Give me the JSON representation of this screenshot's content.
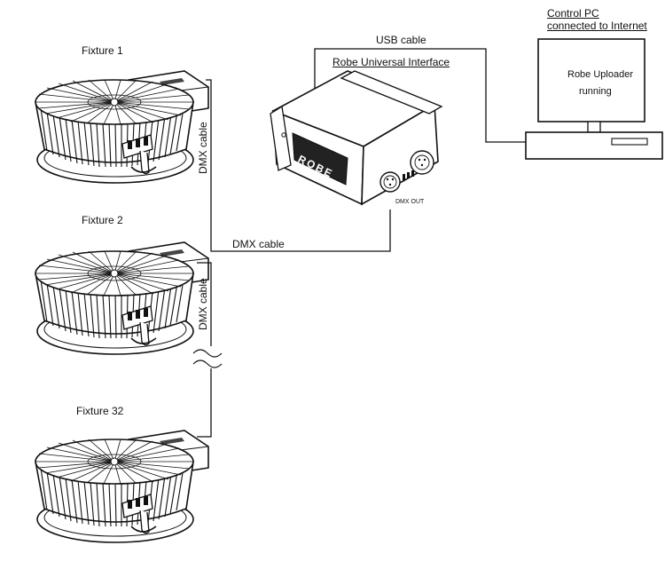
{
  "fixtures": [
    {
      "label": "Fixture 1"
    },
    {
      "label": "Fixture 2"
    },
    {
      "label": "Fixture 32"
    }
  ],
  "cables": {
    "usb": "USB cable",
    "dmx_horizontal": "DMX cable",
    "dmx_vertical_1": "DMX cable",
    "dmx_vertical_2": "DMX cable"
  },
  "interface": {
    "label": "Robe Universal Interface",
    "brand": "ROBE",
    "port_label": "DMX OUT"
  },
  "pc": {
    "title_line1": "Control PC",
    "title_line2": "connected to Internet",
    "screen_line1": "Robe Uploader",
    "screen_line2": "running"
  },
  "colors": {
    "line": "#111111",
    "background": "#ffffff"
  }
}
